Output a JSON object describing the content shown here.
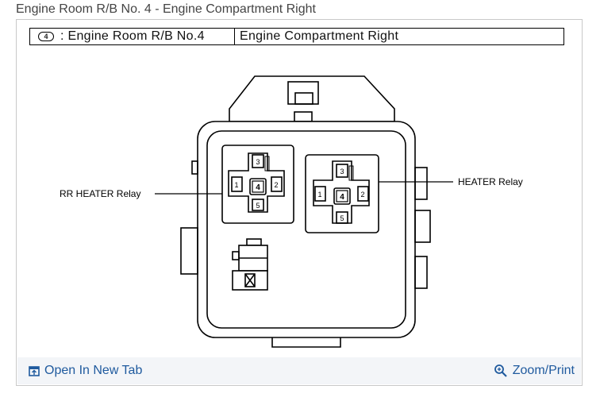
{
  "page_title": "Engine Room R/B No. 4 - Engine Compartment Right",
  "caption": {
    "badge": "4",
    "location": ": Engine Room R/B No.4",
    "description": "Engine Compartment Right"
  },
  "diagram": {
    "label_left": "RR HEATER Relay",
    "label_right": "HEATER Relay",
    "relay_left_pins": [
      "1",
      "2",
      "3",
      "4",
      "5"
    ],
    "relay_right_pins": [
      "1",
      "2",
      "3",
      "4",
      "5"
    ]
  },
  "footer": {
    "open_tab": "Open In New Tab",
    "zoom_print": "Zoom/Print",
    "link_color": "#1f5a9e"
  }
}
